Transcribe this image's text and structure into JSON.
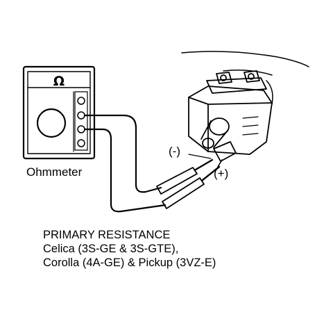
{
  "meter": {
    "symbol": "Ω",
    "label": "Ohmmeter"
  },
  "probes": {
    "negative_label": "(-)",
    "positive_label": "(+)"
  },
  "caption": {
    "line1": "PRIMARY RESISTANCE",
    "line2": "Celica (3S-GE & 3S-GTE),",
    "line3": "Corolla (4A-GE) & Pickup (3VZ-E)"
  },
  "colors": {
    "ink": "#000000",
    "paper": "#ffffff"
  }
}
